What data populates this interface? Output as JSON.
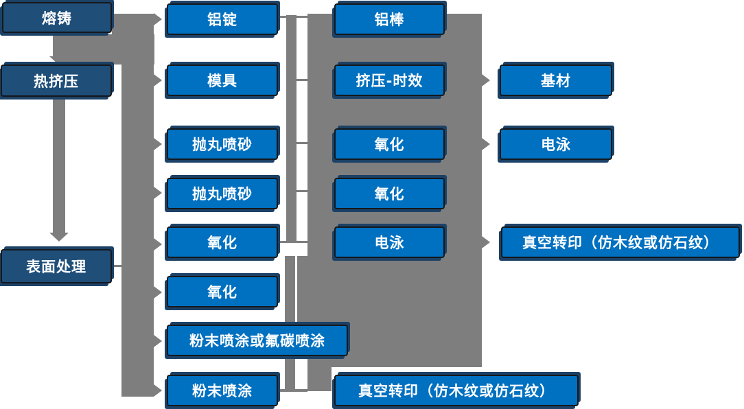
{
  "colors": {
    "box_blue": "#0070C0",
    "box_dark_blue": "#1F4E79",
    "connector_gray": "#7E7E7E",
    "shadow_navy": "#1C4166",
    "text_white": "#ffffff"
  },
  "nodes": {
    "melt_cast": {
      "label": "熔铸"
    },
    "hot_extrusion": {
      "label": "热挤压"
    },
    "surface_treatment": {
      "label": "表面处理"
    },
    "aluminum_ingot": {
      "label": "铝锭"
    },
    "mold": {
      "label": "模具"
    },
    "shot_blast_1": {
      "label": "抛丸喷砂"
    },
    "shot_blast_2": {
      "label": "抛丸喷砂"
    },
    "oxidation_1": {
      "label": "氧化"
    },
    "oxidation_2": {
      "label": "氧化"
    },
    "powder_fluoro": {
      "label": "粉末喷涂或氟碳喷涂"
    },
    "powder": {
      "label": "粉末喷涂"
    },
    "aluminum_rod": {
      "label": "铝棒"
    },
    "extrusion_aging": {
      "label": "挤压-时效"
    },
    "oxidation_3": {
      "label": "氧化"
    },
    "oxidation_4": {
      "label": "氧化"
    },
    "electrophoresis_1": {
      "label": "电泳"
    },
    "vacuum_transfer_1": {
      "label": "真空转印（仿木纹或仿石纹）"
    },
    "base_material": {
      "label": "基材"
    },
    "electrophoresis_2": {
      "label": "电泳"
    },
    "vacuum_transfer_2": {
      "label": "真空转印（仿木纹或仿石纹）"
    }
  },
  "edges": [
    {
      "from": "melt_cast",
      "to": "hot_extrusion"
    },
    {
      "from": "hot_extrusion",
      "to": "surface_treatment"
    },
    {
      "from": "column1_bar",
      "to": "aluminum_ingot"
    },
    {
      "from": "column1_bar",
      "to": "mold"
    },
    {
      "from": "column1_bar",
      "to": "shot_blast_1"
    },
    {
      "from": "column1_bar",
      "to": "shot_blast_2"
    },
    {
      "from": "column1_bar",
      "to": "oxidation_1"
    },
    {
      "from": "column1_bar",
      "to": "oxidation_2"
    },
    {
      "from": "column1_bar",
      "to": "powder_fluoro"
    },
    {
      "from": "column1_bar",
      "to": "powder"
    },
    {
      "from": "column3_block",
      "to": "base_material"
    },
    {
      "from": "column3_block",
      "to": "electrophoresis_2"
    },
    {
      "from": "column3_block",
      "to": "vacuum_transfer_2"
    }
  ]
}
